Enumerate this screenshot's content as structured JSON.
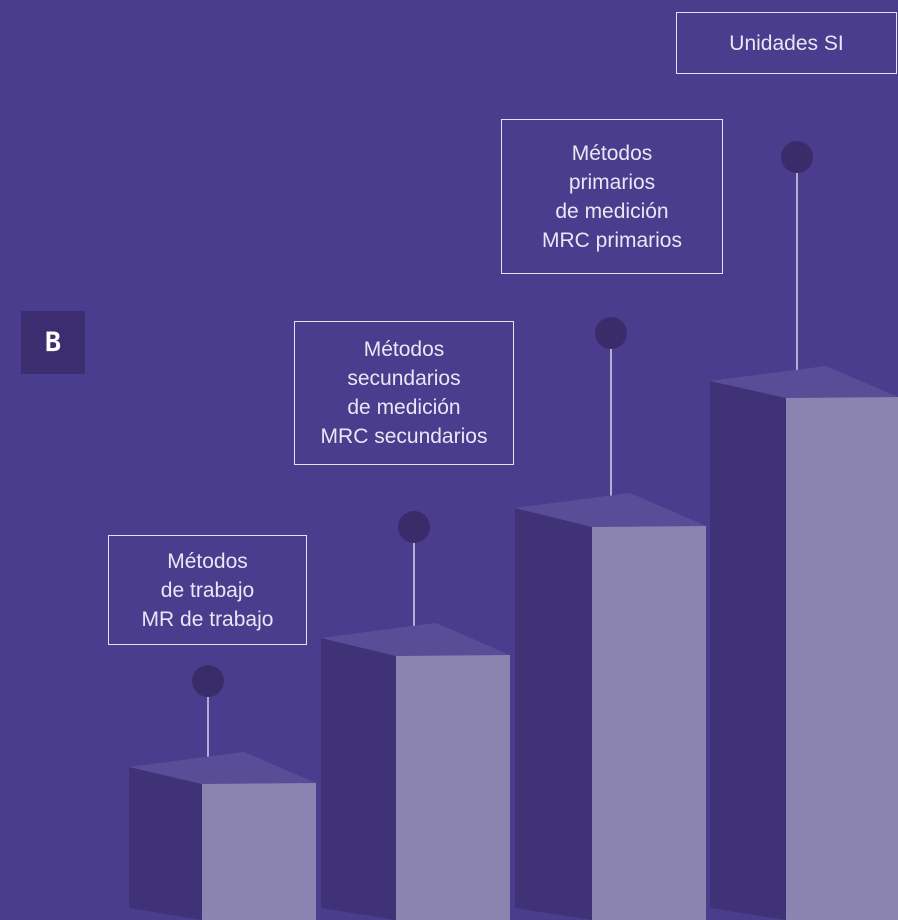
{
  "panel_letter": "B",
  "colors": {
    "background": "#4b3d8d",
    "bar_front": "#8b84b0",
    "bar_side": "#3f3276",
    "bar_top": "#5a4d98",
    "marker": "#3a2c6b",
    "stem": "#b4aed2",
    "box_border": "#e4e0f2",
    "text": "#e9e6f5"
  },
  "levels": [
    {
      "lines": [
        "Métodos",
        "de trabajo",
        "MR de trabajo"
      ]
    },
    {
      "lines": [
        "Métodos",
        "secundarios",
        "de medición",
        "MRC secundarios"
      ]
    },
    {
      "lines": [
        "Métodos",
        "primarios",
        "de medición",
        "MRC primarios"
      ]
    },
    {
      "lines": [
        "Unidades SI"
      ]
    }
  ]
}
